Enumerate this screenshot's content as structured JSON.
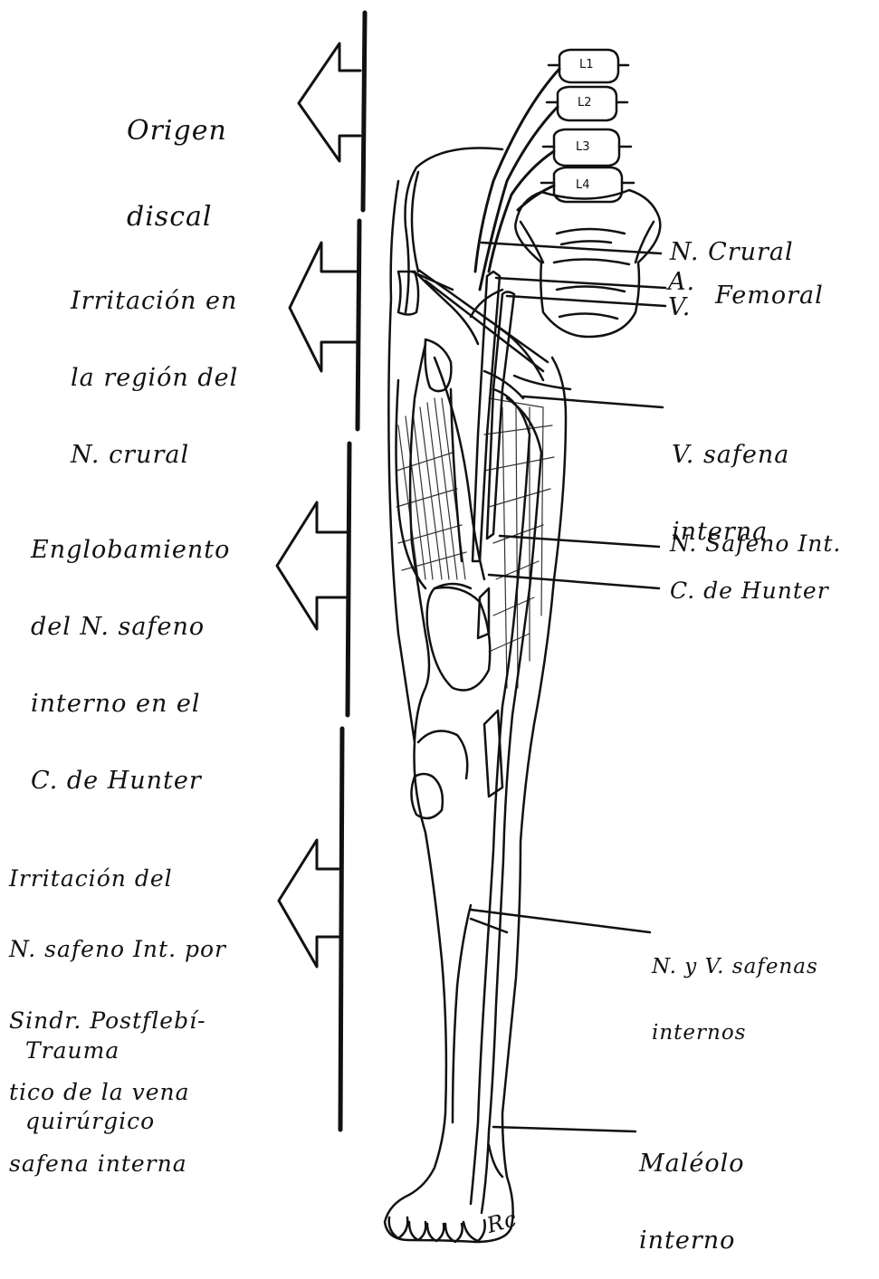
{
  "left_labels": [
    {
      "id": "origen",
      "lines": [
        "Origen",
        "discal"
      ]
    },
    {
      "id": "irritacion-crural",
      "lines": [
        "Irritación en",
        "la región del",
        "N. crural"
      ]
    },
    {
      "id": "englobamiento",
      "lines": [
        "Englobamiento",
        "del N. safeno",
        "interno en el",
        "C. de Hunter"
      ]
    },
    {
      "id": "irritacion-safeno",
      "lines": [
        "Irritación del",
        "N. safeno Int. por",
        "Sindr. Postflebí-",
        "tico de la vena",
        "safena interna"
      ]
    },
    {
      "id": "trauma",
      "lines": [
        "Trauma",
        "quirúrgico"
      ]
    }
  ],
  "right_labels": [
    {
      "id": "n-crural",
      "lines": [
        "N. Crural"
      ]
    },
    {
      "id": "a-femoral",
      "lines": [
        "A."
      ]
    },
    {
      "id": "femoral",
      "lines": [
        "Femoral"
      ]
    },
    {
      "id": "v-femoral",
      "lines": [
        "V."
      ]
    },
    {
      "id": "v-safena",
      "lines": [
        "V. safena",
        "interna"
      ]
    },
    {
      "id": "n-safeno",
      "lines": [
        "N. Safeno Int."
      ]
    },
    {
      "id": "c-hunter",
      "lines": [
        "C. de Hunter"
      ]
    },
    {
      "id": "nv-safenas",
      "lines": [
        "N. y V. safenas",
        "internos"
      ]
    },
    {
      "id": "maleolo",
      "lines": [
        "Maléolo",
        "interno"
      ]
    }
  ],
  "vertebrae": [
    "L1",
    "L2",
    "L3",
    "L4"
  ],
  "signature": "Rc"
}
